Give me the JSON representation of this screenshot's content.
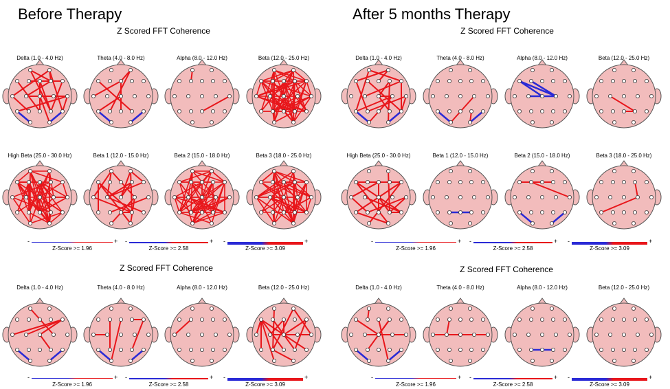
{
  "before": {
    "heading": "Before Therapy",
    "section1_title": "Z Scored FFT Coherence",
    "section2_title": "Z Scored FFT Coherence",
    "row1_bands": [
      "Delta (1.0 - 4.0 Hz)",
      "Theta (4.0 - 8.0 Hz)",
      "Alpha (8.0 - 12.0 Hz)",
      "Beta (12.0 - 25.0 Hz)"
    ],
    "row2_bands": [
      "High Beta (25.0 - 30.0 Hz)",
      "Beta 1 (12.0 - 15.0 Hz)",
      "Beta 2 (15.0 - 18.0 Hz)",
      "Beta 3 (18.0 - 25.0 Hz)"
    ],
    "row3_bands": [
      "Delta (1.0 - 4.0 Hz)",
      "Theta (4.0 - 8.0 Hz)",
      "Alpha (8.0 - 12.0 Hz)",
      "Beta (12.0 - 25.0 Hz)"
    ]
  },
  "after": {
    "heading": "After 5 months Therapy",
    "section1_title": "Z Scored FFT Coherence",
    "section2_title": "Z Scored FFT Coherence",
    "row1_bands": [
      "Delta (1.0 - 4.0 Hz)",
      "Theta (4.0 - 8.0 Hz)",
      "Alpha (8.0 - 12.0 Hz)",
      "Beta (12.0 - 25.0 Hz)"
    ],
    "row2_bands": [
      "High Beta (25.0 - 30.0 Hz)",
      "Beta 1 (12.0 - 15.0 Hz)",
      "Beta 2 (15.0 - 18.0 Hz)",
      "Beta 3 (18.0 - 25.0 Hz)"
    ],
    "row3_bands": [
      "Delta (1.0 - 4.0 Hz)",
      "Theta (4.0 - 8.0 Hz)",
      "Alpha (8.0 - 12.0 Hz)",
      "Beta (12.0 - 25.0 Hz)"
    ]
  },
  "legend": {
    "minus": "-",
    "plus": "+",
    "labels": [
      "Z-Score >= 1.96",
      "Z-Score >= 2.58",
      "Z-Score >= 3.09"
    ]
  },
  "colors": {
    "head_fill": "#f2bcbc",
    "positive": "#e8161b",
    "negative": "#2a2ad6",
    "electrode": "#ffffff"
  },
  "maps": [
    {
      "id": "b1-delta",
      "density": "medium",
      "pos": "red",
      "neg": "blue-lower"
    },
    {
      "id": "b1-theta",
      "density": "low",
      "pos": "red",
      "neg": "blue-lower"
    },
    {
      "id": "b1-alpha",
      "density": "sparse",
      "pos": "red"
    },
    {
      "id": "b1-beta",
      "density": "dense",
      "pos": "red"
    },
    {
      "id": "b2-highbeta",
      "density": "dense",
      "pos": "red"
    },
    {
      "id": "b2-beta1",
      "density": "medium",
      "pos": "red"
    },
    {
      "id": "b2-beta2",
      "density": "dense",
      "pos": "red"
    },
    {
      "id": "b2-beta3",
      "density": "dense",
      "pos": "red"
    },
    {
      "id": "b3-delta",
      "density": "low",
      "pos": "red",
      "neg": "blue-lower"
    },
    {
      "id": "b3-theta",
      "density": "low",
      "pos": "red",
      "neg": "blue-lower"
    },
    {
      "id": "b3-alpha",
      "density": "sparse",
      "pos": "red"
    },
    {
      "id": "b3-beta",
      "density": "medium",
      "pos": "red"
    },
    {
      "id": "a1-delta",
      "density": "medium",
      "pos": "red",
      "neg": "blue-lower"
    },
    {
      "id": "a1-theta",
      "density": "sparse",
      "pos": "red",
      "neg": "blue-lower"
    },
    {
      "id": "a1-alpha",
      "density": "sparse",
      "pos": "none",
      "neg": "blue-center"
    },
    {
      "id": "a1-beta",
      "density": "sparse",
      "pos": "red"
    },
    {
      "id": "a2-highbeta",
      "density": "medium",
      "pos": "red"
    },
    {
      "id": "a2-beta1",
      "density": "sparse",
      "pos": "none",
      "neg": "blue-small"
    },
    {
      "id": "a2-beta2",
      "density": "sparse",
      "pos": "red",
      "neg": "blue-lower"
    },
    {
      "id": "a2-beta3",
      "density": "sparse",
      "pos": "red"
    },
    {
      "id": "a3-delta",
      "density": "low",
      "pos": "red",
      "neg": "blue-lower"
    },
    {
      "id": "a3-theta",
      "density": "sparse",
      "pos": "red"
    },
    {
      "id": "a3-alpha",
      "density": "sparse",
      "pos": "none",
      "neg": "blue-small"
    },
    {
      "id": "a3-beta",
      "density": "none",
      "pos": "none"
    }
  ]
}
